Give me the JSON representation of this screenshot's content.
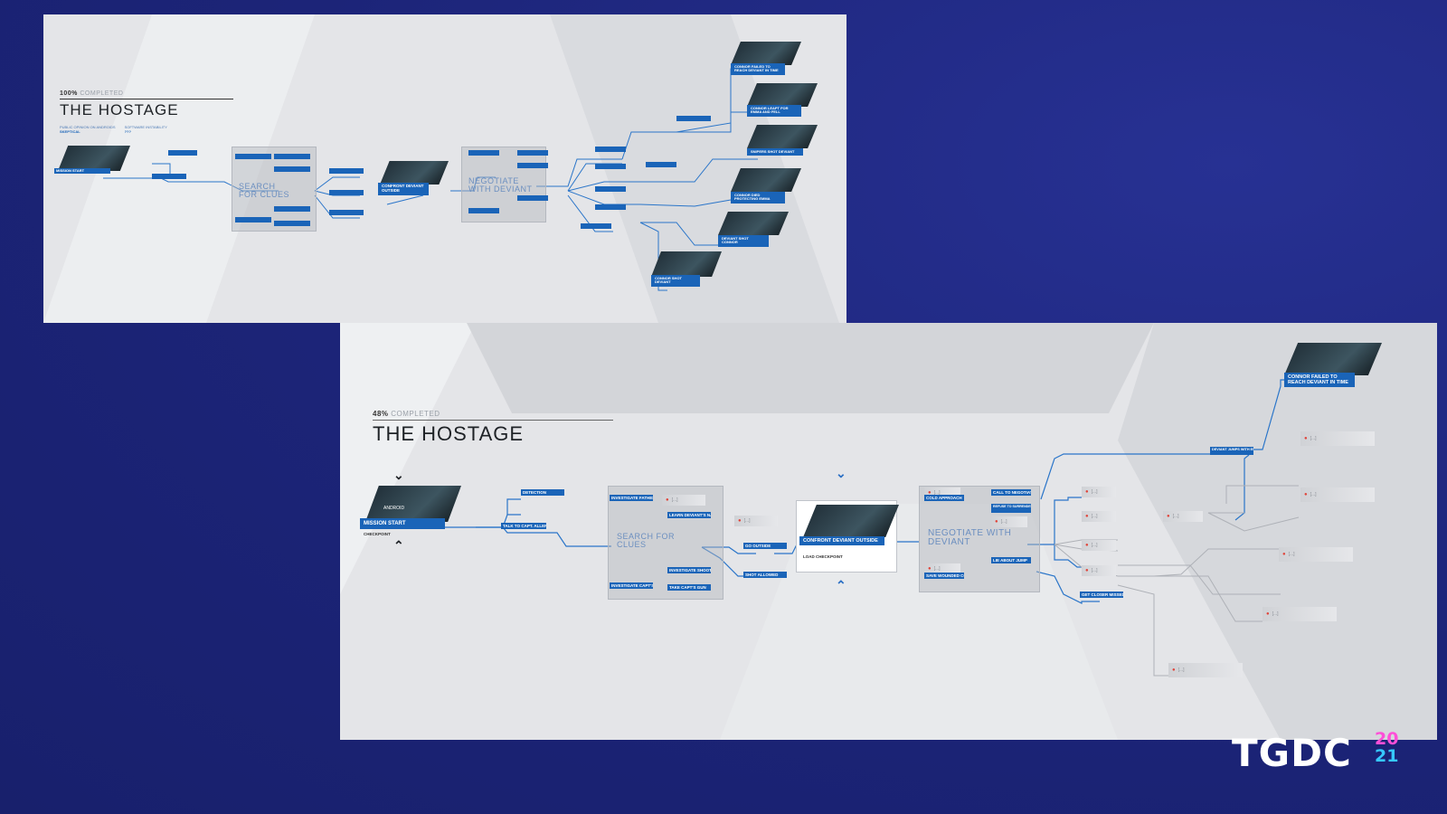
{
  "brand": {
    "name": "TGDC",
    "year_top": "20",
    "year_bottom": "21"
  },
  "top_panel": {
    "progress_value": "100%",
    "progress_label": "COMPLETED",
    "title": "THE HOSTAGE",
    "stats": [
      {
        "label": "PUBLIC OPINION ON ANDROIDS",
        "value": "SKEPTICAL"
      },
      {
        "label": "SOFTWARE INSTABILITY",
        "value": "???"
      }
    ],
    "sections": {
      "clues": "SEARCH FOR CLUES",
      "confront": "CONFRONT DEVIANT OUTSIDE",
      "negotiate": "NEGOTIATE WITH DEVIANT"
    },
    "start_label": "MISSION START",
    "endings": [
      "CONNOR FAILED TO REACH DEVIANT IN TIME",
      "CONNOR LEAPT FOR EMMA AND FELL",
      "SNIPERS SHOT DEVIANT",
      "CONNOR DIED PROTECTING EMMA",
      "DEVIANT SHOT CONNOR",
      "CONNOR SHOT DEVIANT"
    ]
  },
  "bottom_panel": {
    "progress_value": "48%",
    "progress_label": "COMPLETED",
    "title": "THE HOSTAGE",
    "start": {
      "avatar_label": "ANDROID",
      "label": "MISSION START",
      "sub": "CHECKPOINT"
    },
    "sections": {
      "clues": "SEARCH FOR CLUES",
      "negotiate": "NEGOTIATE WITH DEVIANT"
    },
    "confront": {
      "label": "CONFRONT DEVIANT OUTSIDE",
      "sub": "LOAD CHECKPOINT"
    },
    "nodes": {
      "detection": "DETECTION",
      "talk_capt": "TALK TO CAPT. ALLEN",
      "investigate_1": "INVESTIGATE FATHER'S BODY",
      "learn_name": "LEARN DEVIANT'S NAME",
      "investigate_2": "INVESTIGATE SHOOTING",
      "investigate_3": "INVESTIGATE CAPT'S BODY",
      "take_gun": "TAKE CAPT'S GUN",
      "go_outside": "GO OUTSIDE",
      "shot_allowed": "SHOT ALLOWED",
      "cold_approach": "COLD APPROACH",
      "save_wounded": "SAVE WOUNDED COP",
      "call_negotiate": "CALL TO NEGOTIATE",
      "refuse_surrender": "REFUSE TO SURRENDER WEAPON",
      "lie_about": "LIE ABOUT JUMP",
      "get_closer": "GET CLOSER MISSED",
      "deviant_jumps": "DEVIANT JUMPS WITH EMMA"
    },
    "locked_text": "[...]",
    "ending": "CONNOR FAILED TO REACH DEVIANT IN TIME"
  }
}
